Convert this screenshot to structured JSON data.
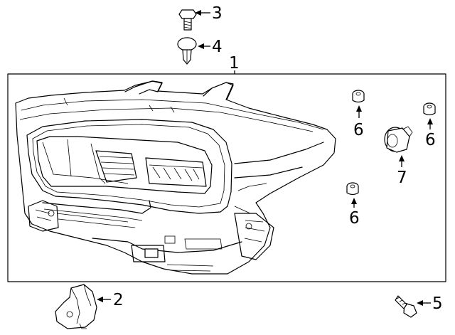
{
  "diagram": {
    "callouts": [
      {
        "id": "1",
        "label": "1"
      },
      {
        "id": "2",
        "label": "2"
      },
      {
        "id": "3",
        "label": "3"
      },
      {
        "id": "4",
        "label": "4"
      },
      {
        "id": "5",
        "label": "5"
      },
      {
        "id": "6a",
        "label": "6"
      },
      {
        "id": "6b",
        "label": "6"
      },
      {
        "id": "6c",
        "label": "6"
      },
      {
        "id": "7",
        "label": "7"
      }
    ]
  }
}
